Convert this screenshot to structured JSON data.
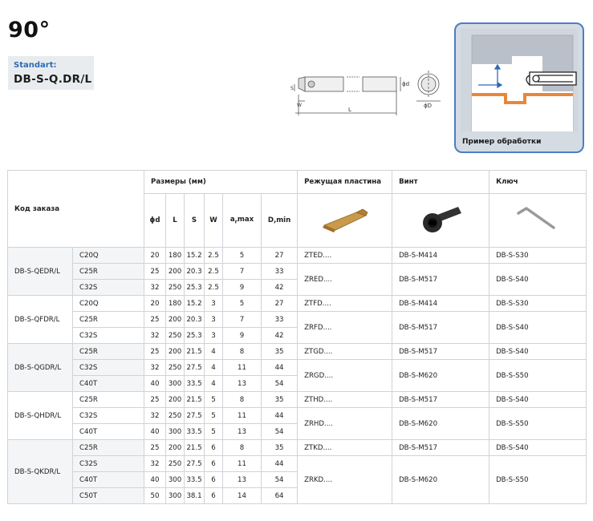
{
  "heading": {
    "angle": "90°"
  },
  "standard": {
    "label": "Standart:",
    "code": "DB-S-Q.DR/L"
  },
  "drawing": {
    "labels": {
      "d": "ϕd",
      "D": "ϕD",
      "L": "L",
      "S": "S",
      "W": "W"
    }
  },
  "example": {
    "caption": "Пример обработки"
  },
  "table": {
    "headers": {
      "order_code": "Код заказа",
      "dimensions": "Размеры (мм)",
      "insert": "Режущая пластина",
      "screw": "Винт",
      "key": "Ключ",
      "d": "ϕd",
      "L": "L",
      "S": "S",
      "W": "W",
      "a": "a",
      "a_sub": "r",
      "a_suffix": "max",
      "D": "D,min"
    },
    "groups": [
      {
        "name": "DB-S-QEDR/L",
        "rows": [
          {
            "code": "C20Q",
            "d": "20",
            "L": "180",
            "S": "15.2",
            "W": "2.5",
            "a": "5",
            "D": "27"
          },
          {
            "code": "C25R",
            "d": "25",
            "L": "200",
            "S": "20.3",
            "W": "2.5",
            "a": "7",
            "D": "33"
          },
          {
            "code": "C32S",
            "d": "32",
            "L": "250",
            "S": "25.3",
            "W": "2.5",
            "a": "9",
            "D": "42"
          }
        ],
        "parts": [
          {
            "insert": "ZTED....",
            "screw": "DB-S-M414",
            "key": "DB-S-S30",
            "span": 1
          },
          {
            "insert": "ZRED....",
            "screw": "DB-S-M517",
            "key": "DB-S-S40",
            "span": 2
          }
        ]
      },
      {
        "name": "DB-S-QFDR/L",
        "rows": [
          {
            "code": "C20Q",
            "d": "20",
            "L": "180",
            "S": "15.2",
            "W": "3",
            "a": "5",
            "D": "27"
          },
          {
            "code": "C25R",
            "d": "25",
            "L": "200",
            "S": "20.3",
            "W": "3",
            "a": "7",
            "D": "33"
          },
          {
            "code": "C32S",
            "d": "32",
            "L": "250",
            "S": "25.3",
            "W": "3",
            "a": "9",
            "D": "42"
          }
        ],
        "parts": [
          {
            "insert": "ZTFD....",
            "screw": "DB-S-M414",
            "key": "DB-S-S30",
            "span": 1
          },
          {
            "insert": "ZRFD....",
            "screw": "DB-S-M517",
            "key": "DB-S-S40",
            "span": 2
          }
        ]
      },
      {
        "name": "DB-S-QGDR/L",
        "rows": [
          {
            "code": "C25R",
            "d": "25",
            "L": "200",
            "S": "21.5",
            "W": "4",
            "a": "8",
            "D": "35"
          },
          {
            "code": "C32S",
            "d": "32",
            "L": "250",
            "S": "27.5",
            "W": "4",
            "a": "11",
            "D": "44"
          },
          {
            "code": "C40T",
            "d": "40",
            "L": "300",
            "S": "33.5",
            "W": "4",
            "a": "13",
            "D": "54"
          }
        ],
        "parts": [
          {
            "insert": "ZTGD....",
            "screw": "DB-S-M517",
            "key": "DB-S-S40",
            "span": 1
          },
          {
            "insert": "ZRGD....",
            "screw": "DB-S-M620",
            "key": "DB-S-S50",
            "span": 2
          }
        ]
      },
      {
        "name": "DB-S-QHDR/L",
        "rows": [
          {
            "code": "C25R",
            "d": "25",
            "L": "200",
            "S": "21.5",
            "W": "5",
            "a": "8",
            "D": "35"
          },
          {
            "code": "C32S",
            "d": "32",
            "L": "250",
            "S": "27.5",
            "W": "5",
            "a": "11",
            "D": "44"
          },
          {
            "code": "C40T",
            "d": "40",
            "L": "300",
            "S": "33.5",
            "W": "5",
            "a": "13",
            "D": "54"
          }
        ],
        "parts": [
          {
            "insert": "ZTHD....",
            "screw": "DB-S-M517",
            "key": "DB-S-S40",
            "span": 1
          },
          {
            "insert": "ZRHD....",
            "screw": "DB-S-M620",
            "key": "DB-S-S50",
            "span": 2
          }
        ]
      },
      {
        "name": "DB-S-QKDR/L",
        "rows": [
          {
            "code": "C25R",
            "d": "25",
            "L": "200",
            "S": "21.5",
            "W": "6",
            "a": "8",
            "D": "35"
          },
          {
            "code": "C32S",
            "d": "32",
            "L": "250",
            "S": "27.5",
            "W": "6",
            "a": "11",
            "D": "44"
          },
          {
            "code": "C40T",
            "d": "40",
            "L": "300",
            "S": "33.5",
            "W": "6",
            "a": "13",
            "D": "54"
          },
          {
            "code": "C50T",
            "d": "50",
            "L": "300",
            "S": "38.1",
            "W": "6",
            "a": "14",
            "D": "64"
          }
        ],
        "parts": [
          {
            "insert": "ZTKD....",
            "screw": "DB-S-M517",
            "key": "DB-S-S40",
            "span": 1
          },
          {
            "insert": "ZRKD....",
            "screw": "DB-S-M620",
            "key": "DB-S-S50",
            "span": 3
          }
        ]
      }
    ]
  }
}
